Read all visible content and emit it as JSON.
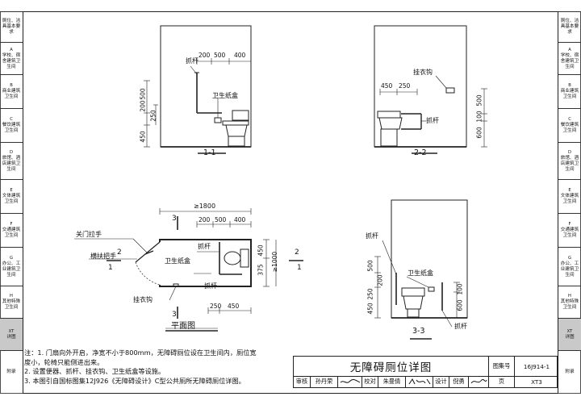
{
  "sidebar": [
    {
      "code": "",
      "label": "厕位、洁具基本要求"
    },
    {
      "code": "A",
      "label": "学校、宿舍建筑卫生间"
    },
    {
      "code": "B",
      "label": "商业建筑卫生间"
    },
    {
      "code": "C",
      "label": "餐饮建筑卫生间"
    },
    {
      "code": "D",
      "label": "旅馆、酒店建筑卫生间"
    },
    {
      "code": "E",
      "label": "文体建筑卫生间"
    },
    {
      "code": "F",
      "label": "交通建筑卫生间"
    },
    {
      "code": "G",
      "label": "办公、工业建筑卫生间"
    },
    {
      "code": "H",
      "label": "其他特殊卫生间"
    },
    {
      "code": "XT",
      "label": "详图"
    },
    {
      "code": "",
      "label": "附录"
    }
  ],
  "views": {
    "v11": {
      "title": "1-1",
      "labels": {
        "grab_bar": "抓杆",
        "paper_box": "卫生纸盒"
      },
      "dims_top": [
        "200",
        "500",
        "400"
      ],
      "dims_left": [
        "500",
        "200",
        "250",
        "450"
      ]
    },
    "v22": {
      "title": "2-2",
      "labels": {
        "coat_hook": "挂衣钩",
        "grab_bar": "抓杆"
      },
      "dims_top": [
        "450",
        "250"
      ],
      "dims_right": [
        "500",
        "100",
        "600"
      ]
    },
    "plan": {
      "title": "平面图",
      "labels": {
        "door_handle": "关门拉手",
        "horizontal_handle": "横扶把手",
        "grab_bar": "抓杆",
        "paper_box": "卫生纸盒",
        "grab_bar2": "抓杆",
        "coat_hook": "挂衣钩"
      },
      "dim_total": "≥1800",
      "dims_top": [
        "200",
        "500",
        "400"
      ],
      "dims_right": [
        "450",
        "375",
        "≥1000"
      ],
      "dims_bottom": [
        "250",
        "450"
      ],
      "section_marks": {
        "s1": "1",
        "s2": "2",
        "s3": "3"
      }
    },
    "v33": {
      "title": "3-3",
      "labels": {
        "grab_bar": "抓杆",
        "paper_box": "卫生纸盒",
        "grab_bar2": "抓杆"
      },
      "dims_left": [
        "500",
        "200",
        "250",
        "450"
      ],
      "dims_right": [
        "100",
        "600"
      ]
    }
  },
  "notes": {
    "lines": [
      "注：1. 门扇向外开启，净宽不小于800mm，无障碍厕位设在卫生间内，厕位宽",
      "        度小，轮椅只能侧进出来。",
      "    2. 设置便器、抓杆、挂衣钩、卫生纸盒等设施。",
      "    3. 本图引自国标图集12J926《无障碍设计》C型公共厕所无障碍厕位详图。"
    ]
  },
  "title_block": {
    "title": "无障碍厕位详图",
    "atlas_label": "图集号",
    "atlas_no": "16J914-1",
    "review_label": "审核",
    "reviewer": "孙丹荣",
    "check_label": "校对",
    "checker": "朱曼倩",
    "design_label": "设计",
    "designer": "倪勇",
    "page_label": "页",
    "page_no": "XT3"
  }
}
